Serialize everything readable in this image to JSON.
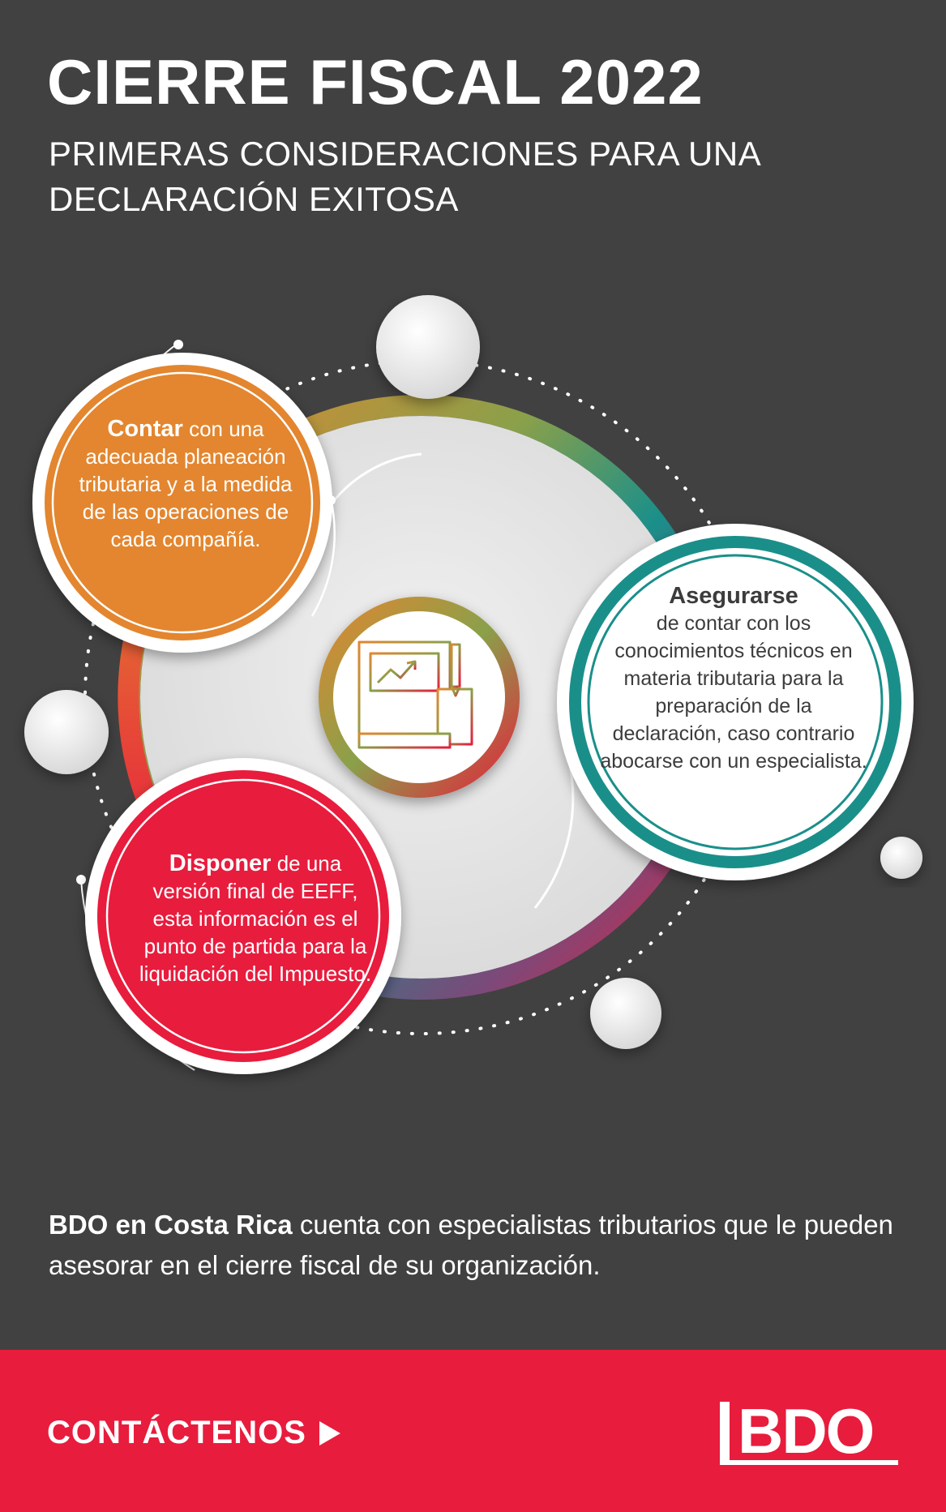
{
  "header": {
    "title": "CIERRE FISCAL 2022",
    "subtitle_line1": "PRIMERAS CONSIDERACIONES PARA UNA",
    "subtitle_line2": "DECLARACIÓN EXITOSA"
  },
  "bubbles": {
    "contar": {
      "lead": "Contar",
      "rest": " con una adecuada planeación tributaria y a la medida de las operaciones de cada compañía.",
      "color": "#e3862f"
    },
    "asegurarse": {
      "lead": "Asegurarse",
      "rest": "de contar con los conocimientos técnicos en materia tributaria para la preparación de la declaración, caso contrario abocarse con un especialista.",
      "color": "#1a8f8a"
    },
    "disponer": {
      "lead": "Disponer",
      "rest": " de una versión final de EEFF, esta información es el punto de partida para la liquidación del Impuesto.",
      "color": "#e81c3d"
    }
  },
  "center_icon": "document-chart-icon",
  "footer": {
    "note_bold": "BDO en Costa Rica",
    "note_rest": " cuenta con especialistas tributarios que le pueden asesorar en el cierre fiscal de su organización.",
    "contact_label": "CONTÁCTENOS",
    "logo": "BDO",
    "bar_color": "#e81c3d"
  }
}
